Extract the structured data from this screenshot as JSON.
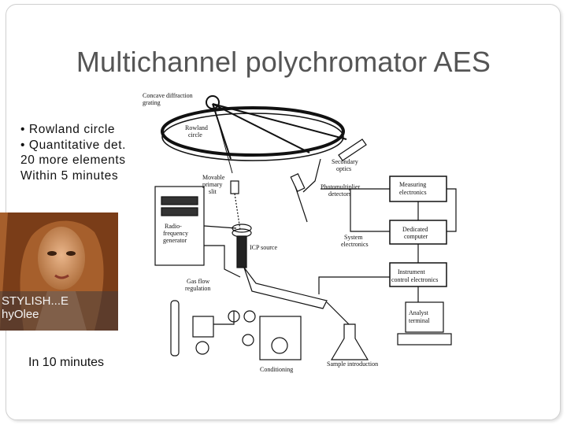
{
  "slide": {
    "title": "Multichannel polychromator AES",
    "bullets": [
      "• Rowland circle",
      "• Quantitative det.",
      "20 more elements",
      "Within 5 minutes"
    ],
    "caption": "In 10 minutes"
  },
  "photo": {
    "text_line1": "STYLISH...E",
    "text_line2": "hyOlee"
  },
  "diagram": {
    "labels": {
      "grating": [
        "Concave diffraction",
        "grating"
      ],
      "rowland": [
        "Rowland",
        "circle"
      ],
      "secondary": [
        "Secondary",
        "optics"
      ],
      "pmt": [
        "Photomultiplier",
        "detectors"
      ],
      "measuring": [
        "Measuring",
        "electronics"
      ],
      "slit": [
        "Movable",
        "primary",
        "slit"
      ],
      "rf": [
        "Radio-",
        "frequency",
        "generator"
      ],
      "icp": "ICP source",
      "system": [
        "System",
        "electronics"
      ],
      "computer": [
        "Dedicated",
        "computer"
      ],
      "instrument": [
        "Instrument",
        "control electronics"
      ],
      "gasflow": [
        "Gas flow",
        "regulation"
      ],
      "sample": "Sample introduction",
      "conditioning": "Conditioning",
      "analyst": [
        "Analyst",
        "terminal"
      ]
    }
  }
}
